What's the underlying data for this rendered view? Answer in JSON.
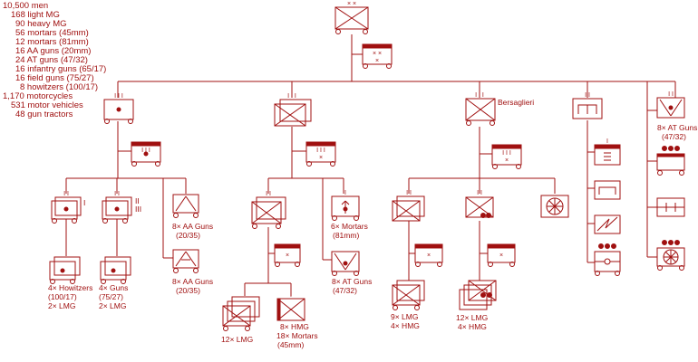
{
  "stats": [
    "10,500 men",
    "168 light MG",
    "90 heavy MG",
    "56 mortars (45mm)",
    "12 mortars (81mm)",
    "16 AA guns (20mm)",
    "24 AT guns (47/32)",
    "16 infantry guns (65/17)",
    "16 field guns (75/27)",
    "8 howitzers (100/17)",
    "1,170 motorcycles",
    "531 motor vehicles",
    "48 gun tractors"
  ],
  "symbols": {
    "xx": "× ×",
    "iii": "I I I",
    "ii": "I I",
    "x": "×",
    "battalion_I": "I",
    "battalion_II": "II",
    "battalion_III": "III"
  },
  "labels": {
    "bersaglieri": "Bersaglieri",
    "at_guns_div": [
      "8× AT Guns",
      "(47/32)"
    ],
    "aa_guns_1": [
      "8× AA Guns",
      "(20/35)"
    ],
    "aa_guns_2": [
      "8× AA Guns",
      "(20/35)"
    ],
    "howitzers": [
      "4× Howitzers",
      "(100/17)",
      "2× LMG"
    ],
    "field_guns": [
      "4× Guns",
      "(75/27)",
      "2× LMG"
    ],
    "mortars_81": [
      "6× Mortars",
      "(81mm)"
    ],
    "at_guns_inf": [
      "8× AT Guns",
      "(47/32)"
    ],
    "rifle_coy_lmg": [
      "12× LMG"
    ],
    "mg_coy": [
      "8× HMG",
      "18× Mortars",
      "(45mm)"
    ],
    "bers_lmg_hmg_1": [
      "9× LMG",
      "4× HMG"
    ],
    "bers_lmg_hmg_2": [
      "12× LMG",
      "4× HMG"
    ]
  },
  "colors": {
    "line": "#a01010",
    "background": "#ffffff"
  }
}
